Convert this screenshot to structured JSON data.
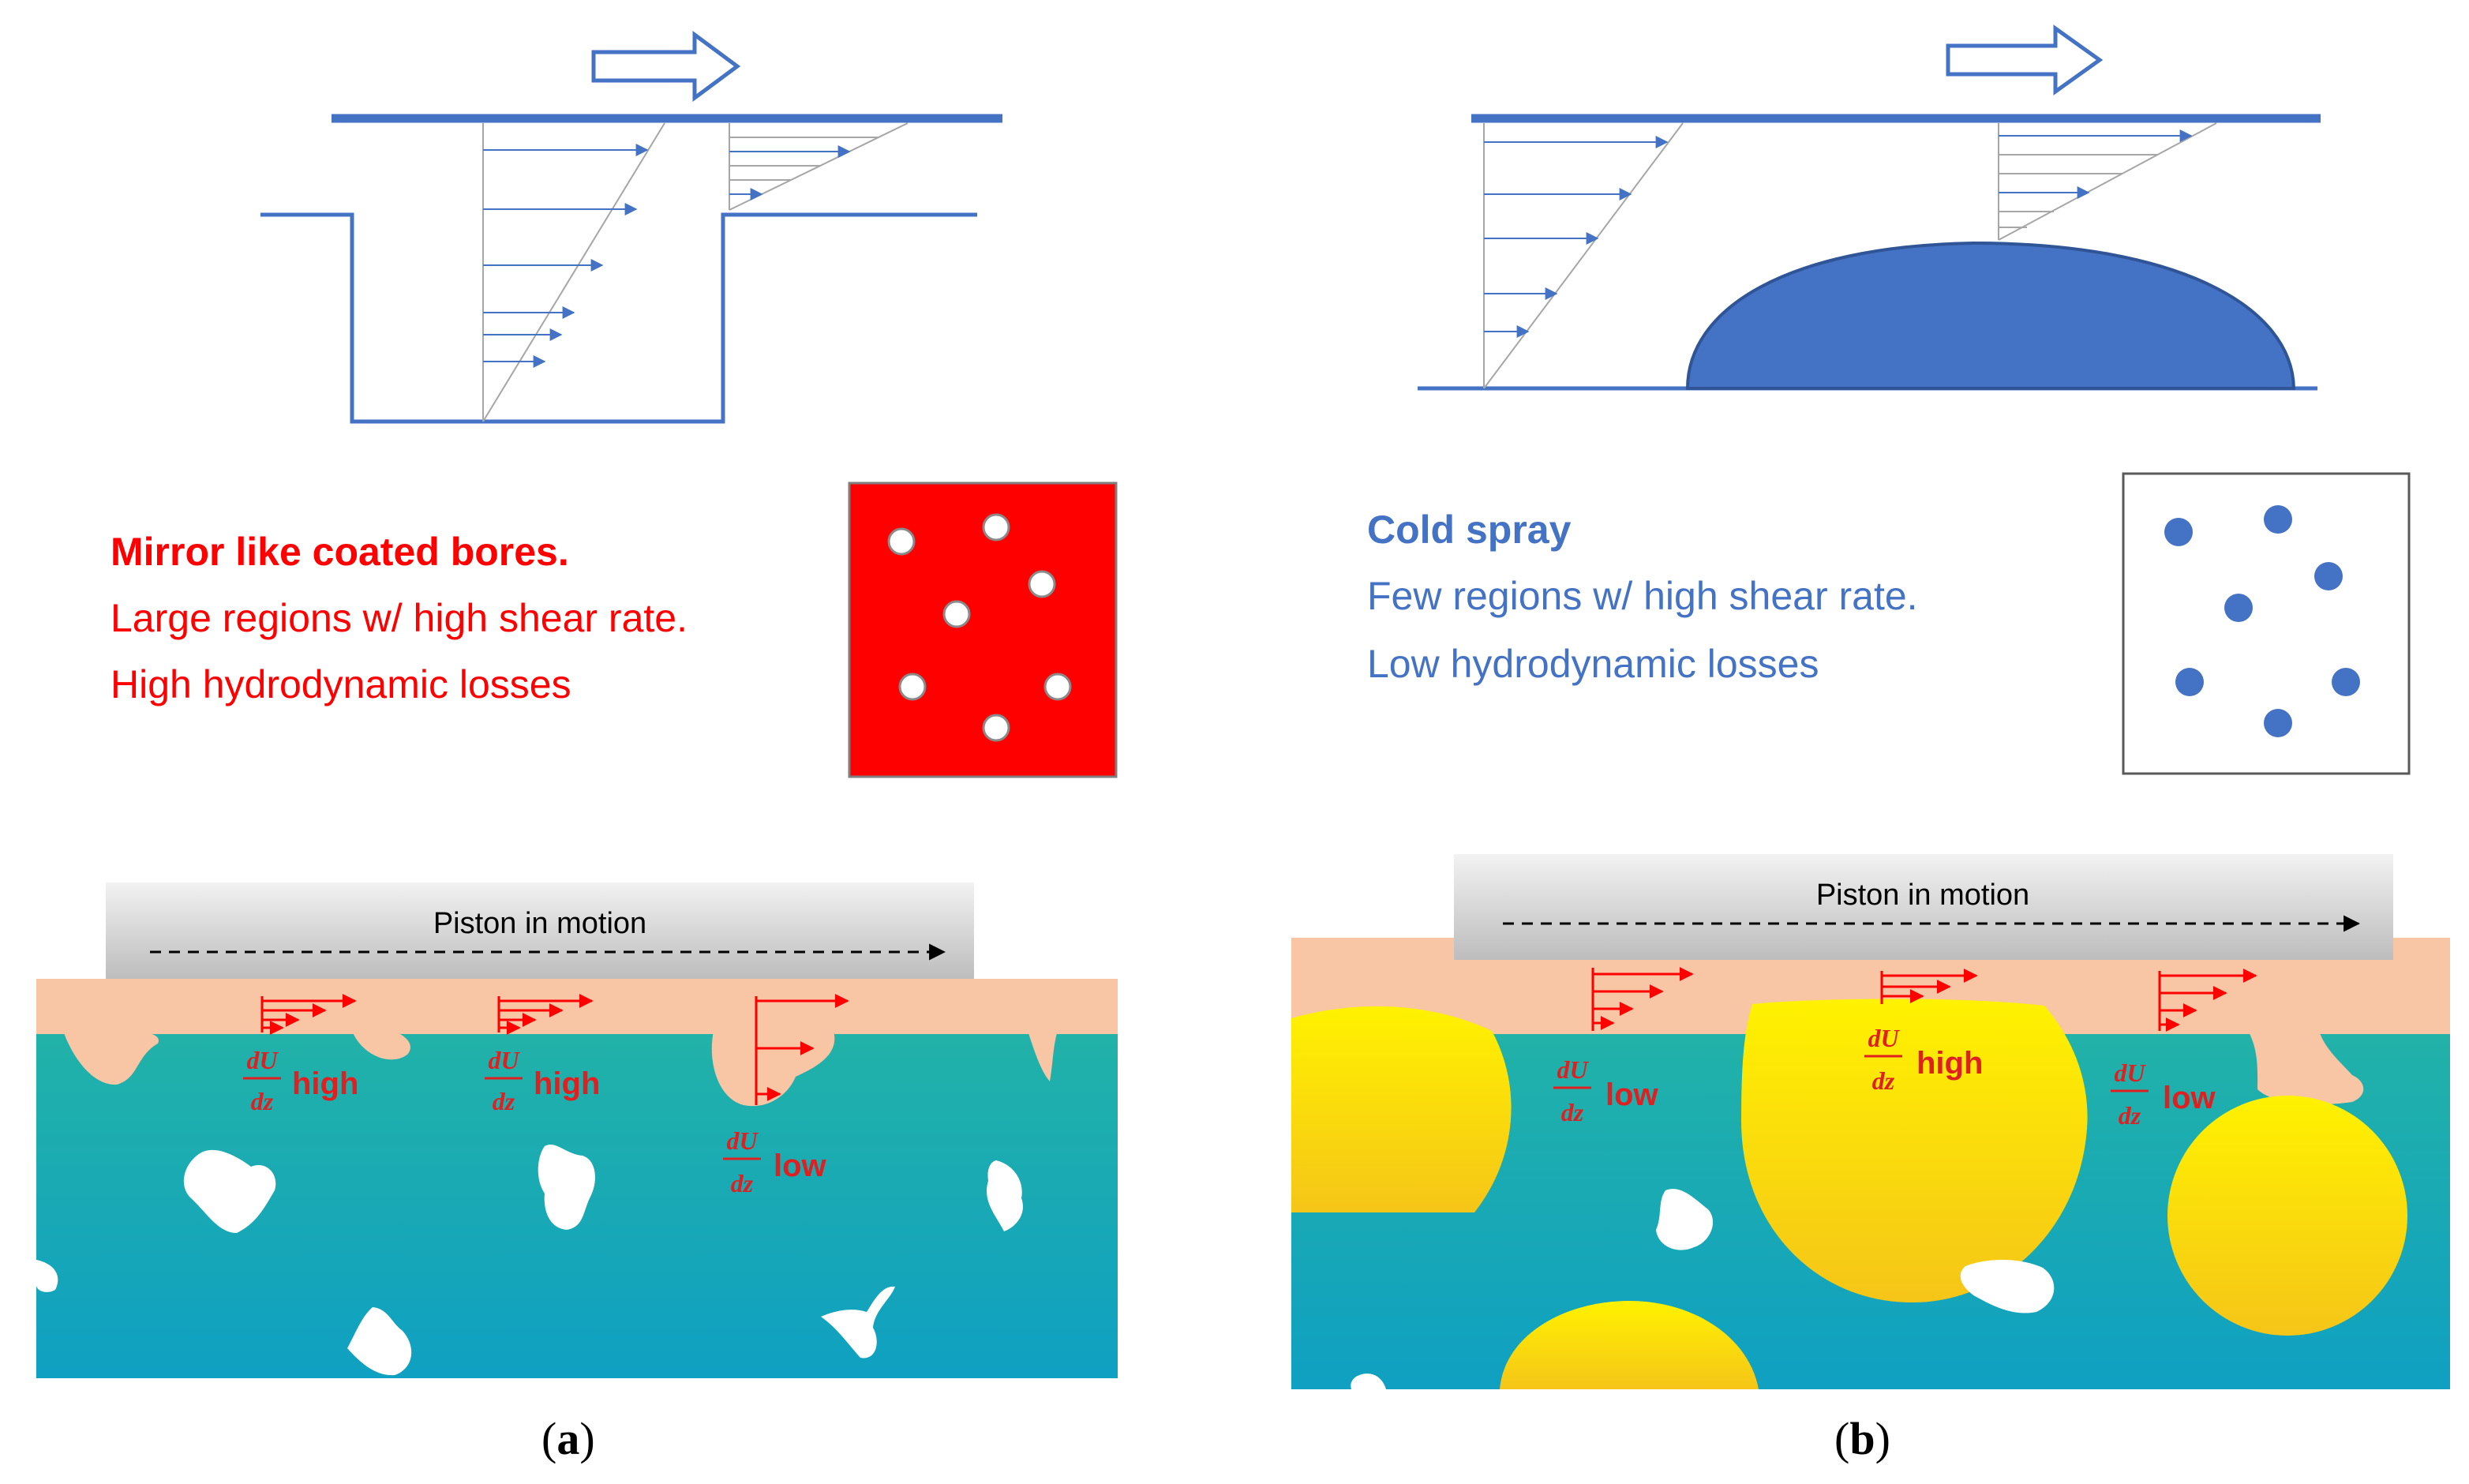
{
  "panel_a": {
    "caption_open": "(",
    "caption_letter": "a",
    "caption_close": ")",
    "text_title": "Mirror like coated bores.",
    "text_line1": "Large regions w/ high shear rate.",
    "text_line2": "High hydrodynamic losses",
    "piston_label": "Piston in motion",
    "grad_num": "dU",
    "grad_den": "dz",
    "shear_label_1": "high",
    "shear_label_2": "high",
    "shear_label_3": "low"
  },
  "panel_b": {
    "caption_open": "(",
    "caption_letter": "b",
    "caption_close": ")",
    "text_title": "Cold spray",
    "text_line1": "Few regions w/ high shear rate.",
    "text_line2": "Low  hydrodynamic losses",
    "piston_label": "Piston in motion",
    "grad_num": "dU",
    "grad_den": "dz",
    "shear_label_1": "low",
    "shear_label_2": "high",
    "shear_label_3": "low"
  },
  "colors": {
    "wall_blue": "#4472c4",
    "red": "#ff0000",
    "label_red": "#e02020",
    "coating": "#f8c5a5",
    "substrate_top": "#22b2a8",
    "substrate_bottom": "#0fa0c2",
    "particle_yellow": "#fff200",
    "piston_gray": "#dcdcdc"
  }
}
